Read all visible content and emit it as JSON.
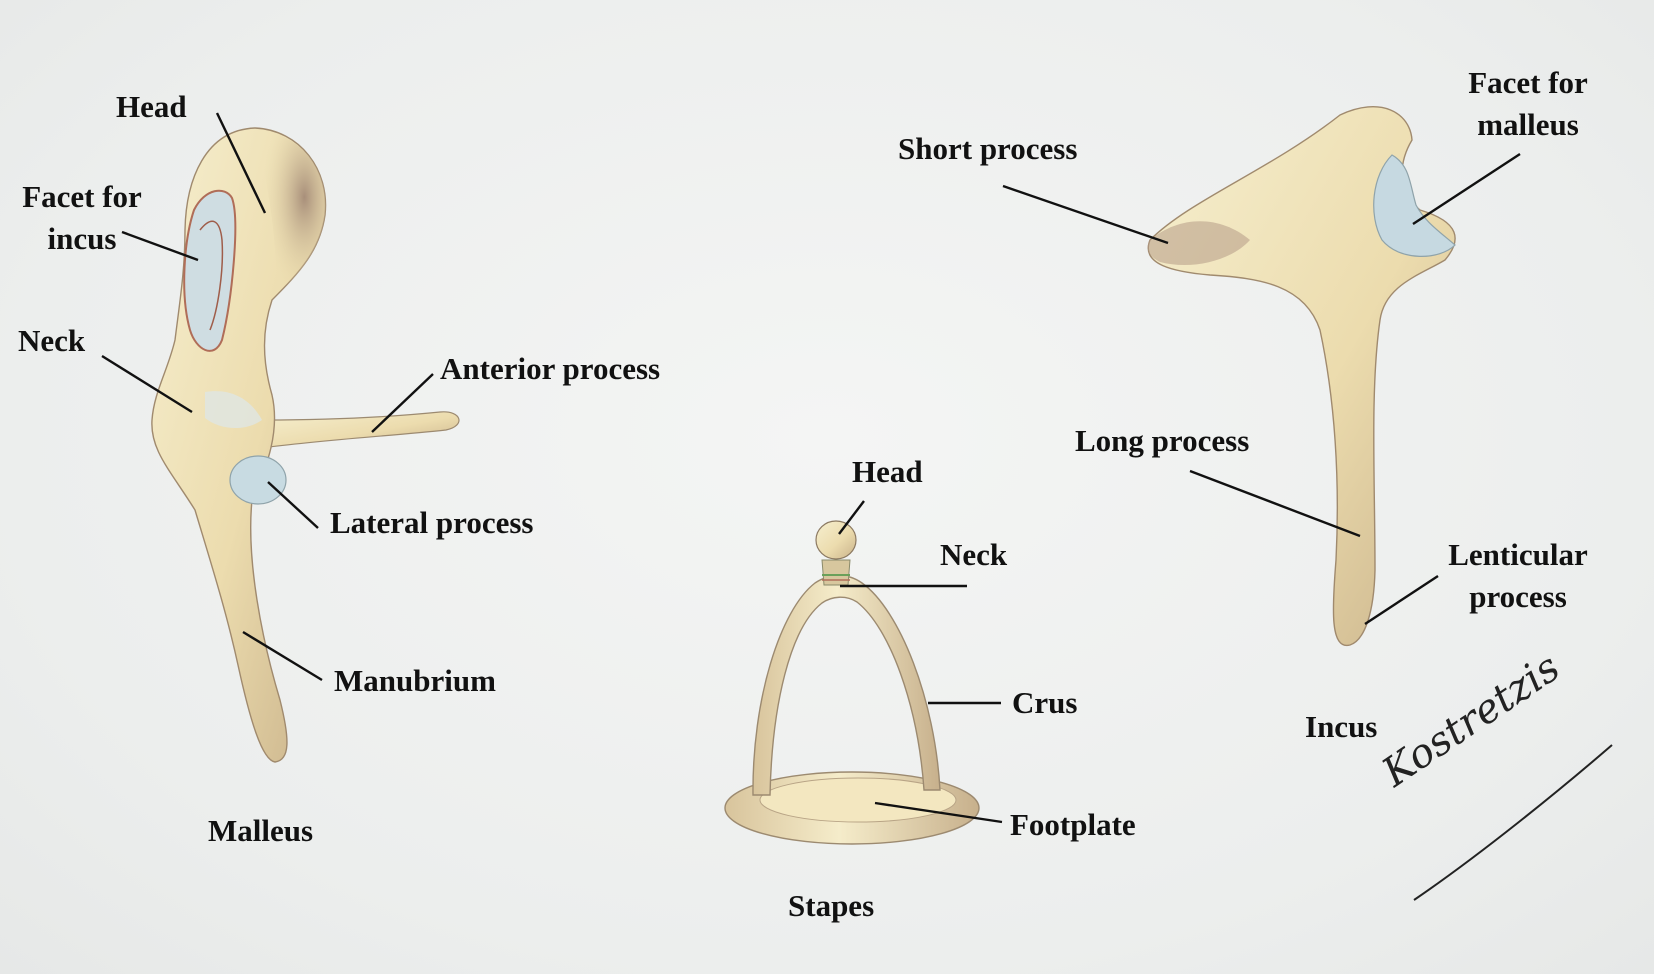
{
  "malleus": {
    "title": "Malleus",
    "labels": {
      "head": "Head",
      "facet_line1": "Facet for",
      "facet_line2": "incus",
      "neck": "Neck",
      "anterior_process": "Anterior process",
      "lateral_process": "Lateral process",
      "manubrium": "Manubrium"
    }
  },
  "stapes": {
    "title": "Stapes",
    "labels": {
      "head": "Head",
      "neck": "Neck",
      "crus": "Crus",
      "footplate": "Footplate"
    }
  },
  "incus": {
    "title": "Incus",
    "labels": {
      "facet_line1": "Facet for",
      "facet_line2": "malleus",
      "short_process": "Short process",
      "long_process": "Long process",
      "lenticular_line1": "Lenticular",
      "lenticular_line2": "process"
    }
  },
  "signature": "Kostretzis",
  "colors": {
    "background": "#eef0ef",
    "bone": "#efe4b8",
    "bone_shadow": "#b8a07e",
    "facet_blue": "#bcd3dc",
    "line": "#111111"
  }
}
